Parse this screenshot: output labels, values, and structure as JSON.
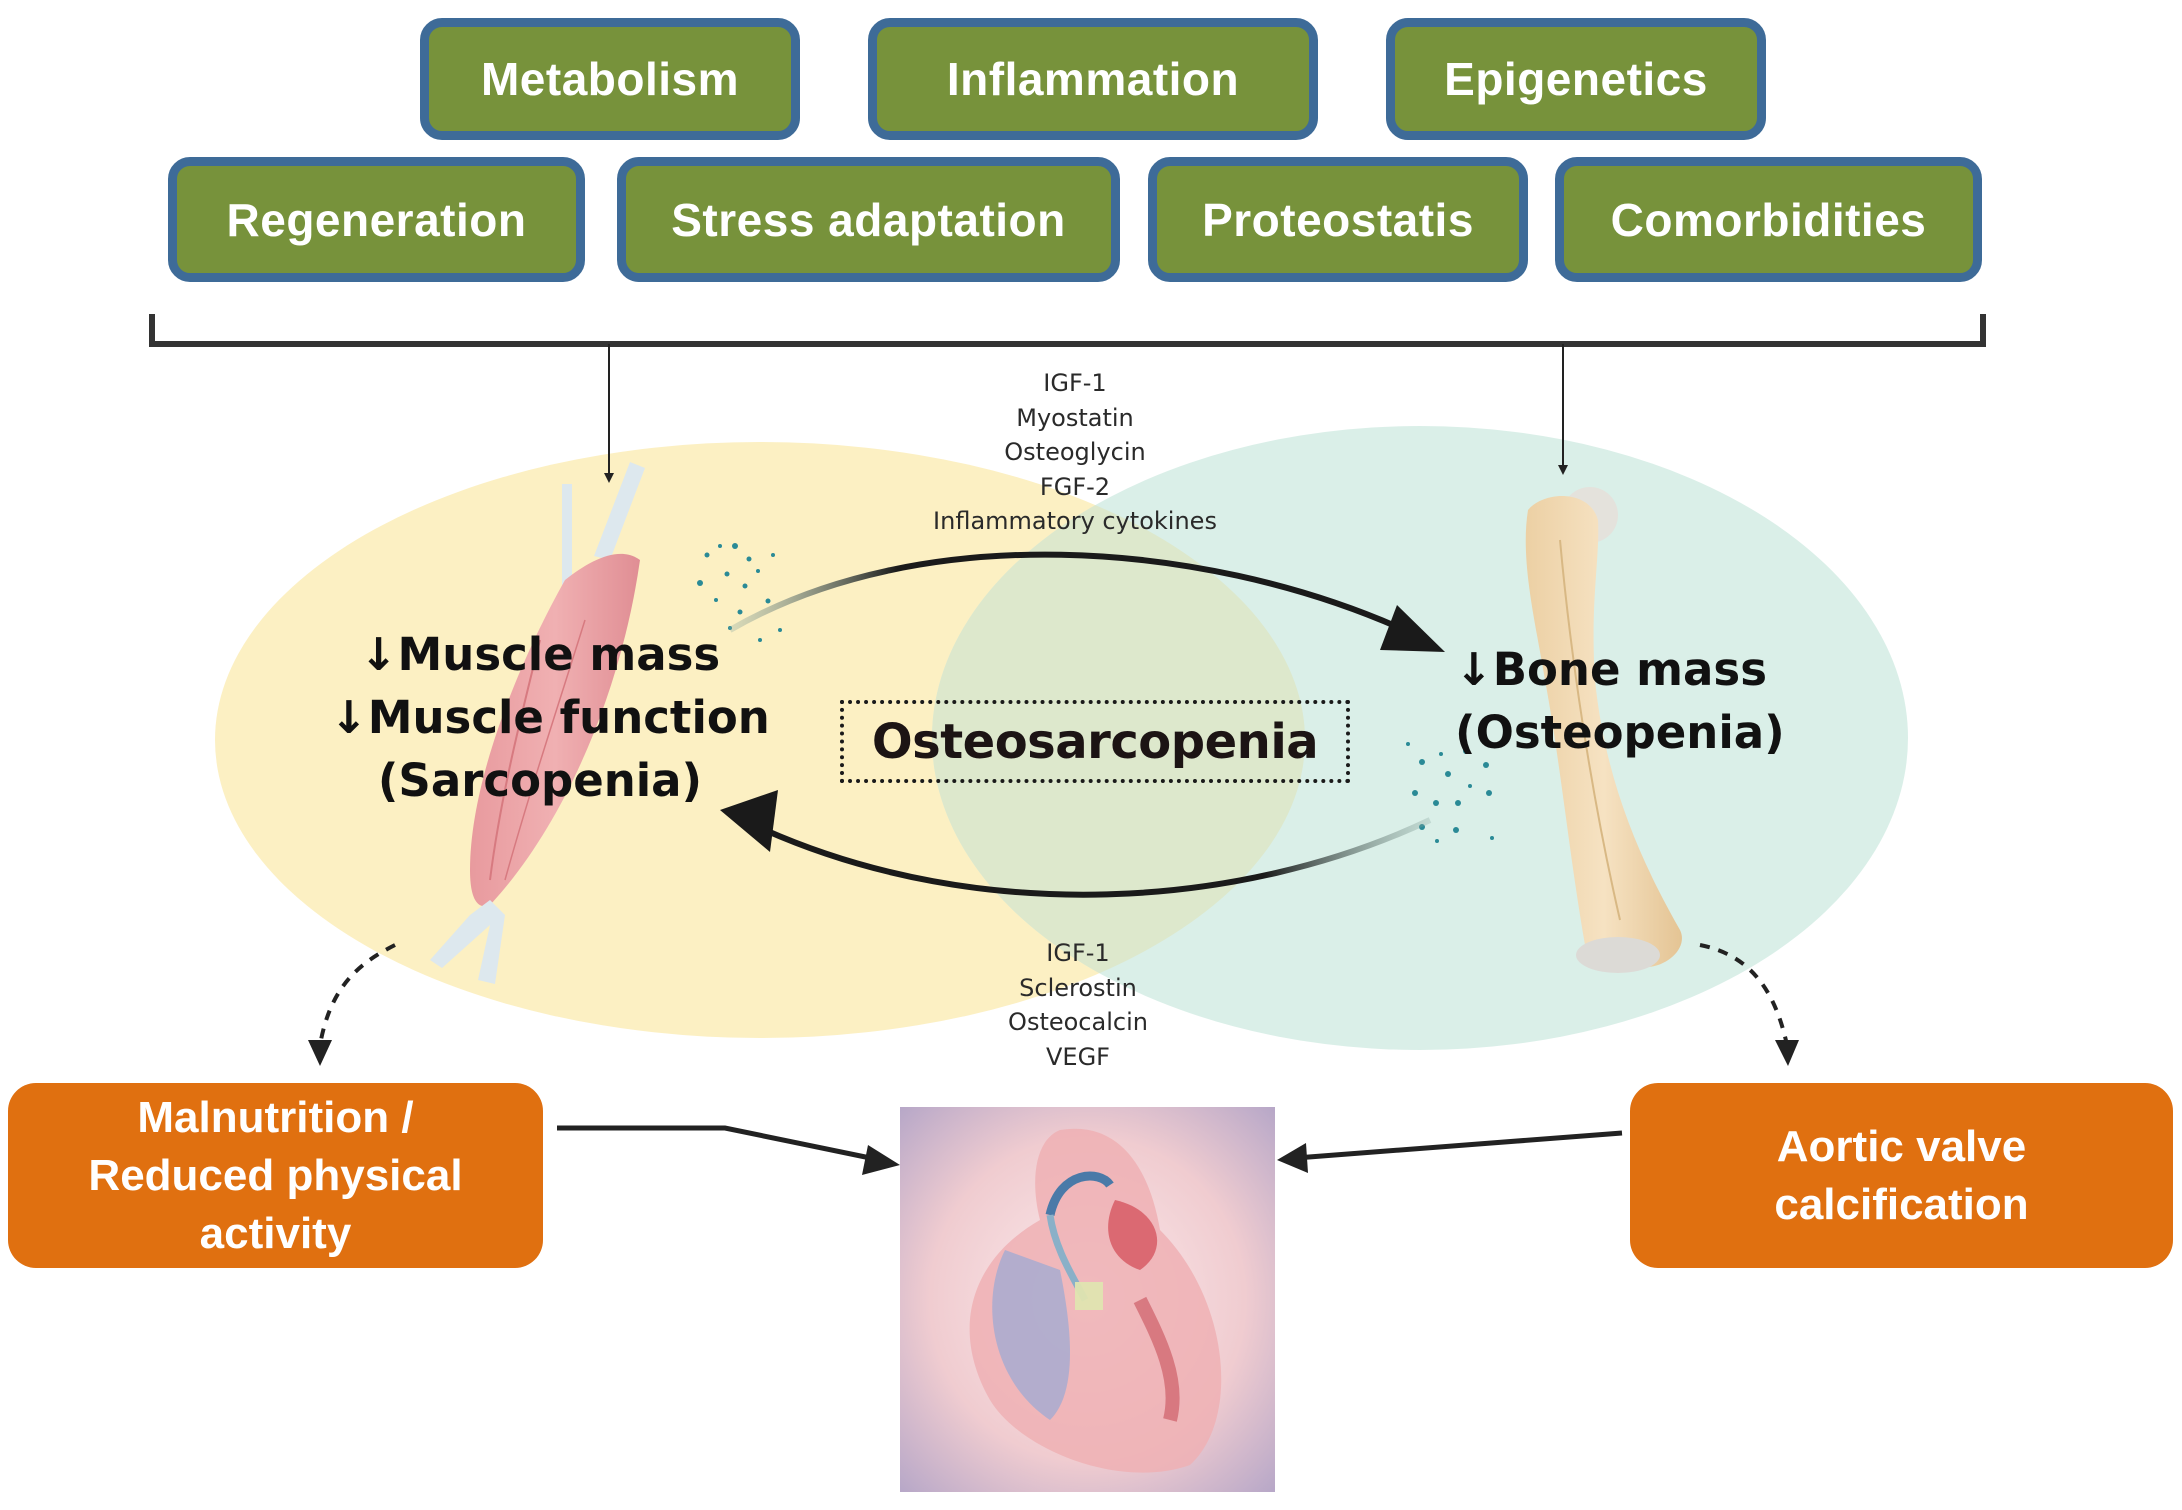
{
  "factors": {
    "row1": [
      "Metabolism",
      "Inflammation",
      "Epigenetics"
    ],
    "row2": [
      "Regeneration",
      "Stress adaptation",
      "Proteostatis",
      "Comorbidities"
    ]
  },
  "muscle_to_bone_mediators": [
    "IGF-1",
    "Myostatin",
    "Osteoglycin",
    "FGF-2",
    "Inflammatory cytokines"
  ],
  "bone_to_muscle_mediators": [
    "IGF-1",
    "Sclerostin",
    "Osteocalcin",
    "VEGF"
  ],
  "sarcopenia": {
    "arrow": "↓",
    "line1": "Muscle mass",
    "line2": "Muscle function",
    "line3": "(Sarcopenia)"
  },
  "osteopenia": {
    "arrow": "↓",
    "line1": "Bone mass",
    "line2": "(Osteopenia)"
  },
  "center_label": "Osteosarcopenia",
  "outcomes": {
    "left": [
      "Malnutrition /",
      "Reduced physical",
      "activity"
    ],
    "right": [
      "Aortic valve",
      "calcification"
    ]
  },
  "colors": {
    "factor_fill": "#77923b",
    "factor_border": "#3e6b98",
    "outcome_fill": "#e07010",
    "muscle_zone": "#fcefc0",
    "bone_zone": "#d8efe8",
    "overlap_zone": "#dde8cc"
  },
  "icons": {
    "muscle": "muscle-illustration",
    "bone": "humerus-bone-illustration",
    "heart": "heart-tavi-illustration"
  }
}
